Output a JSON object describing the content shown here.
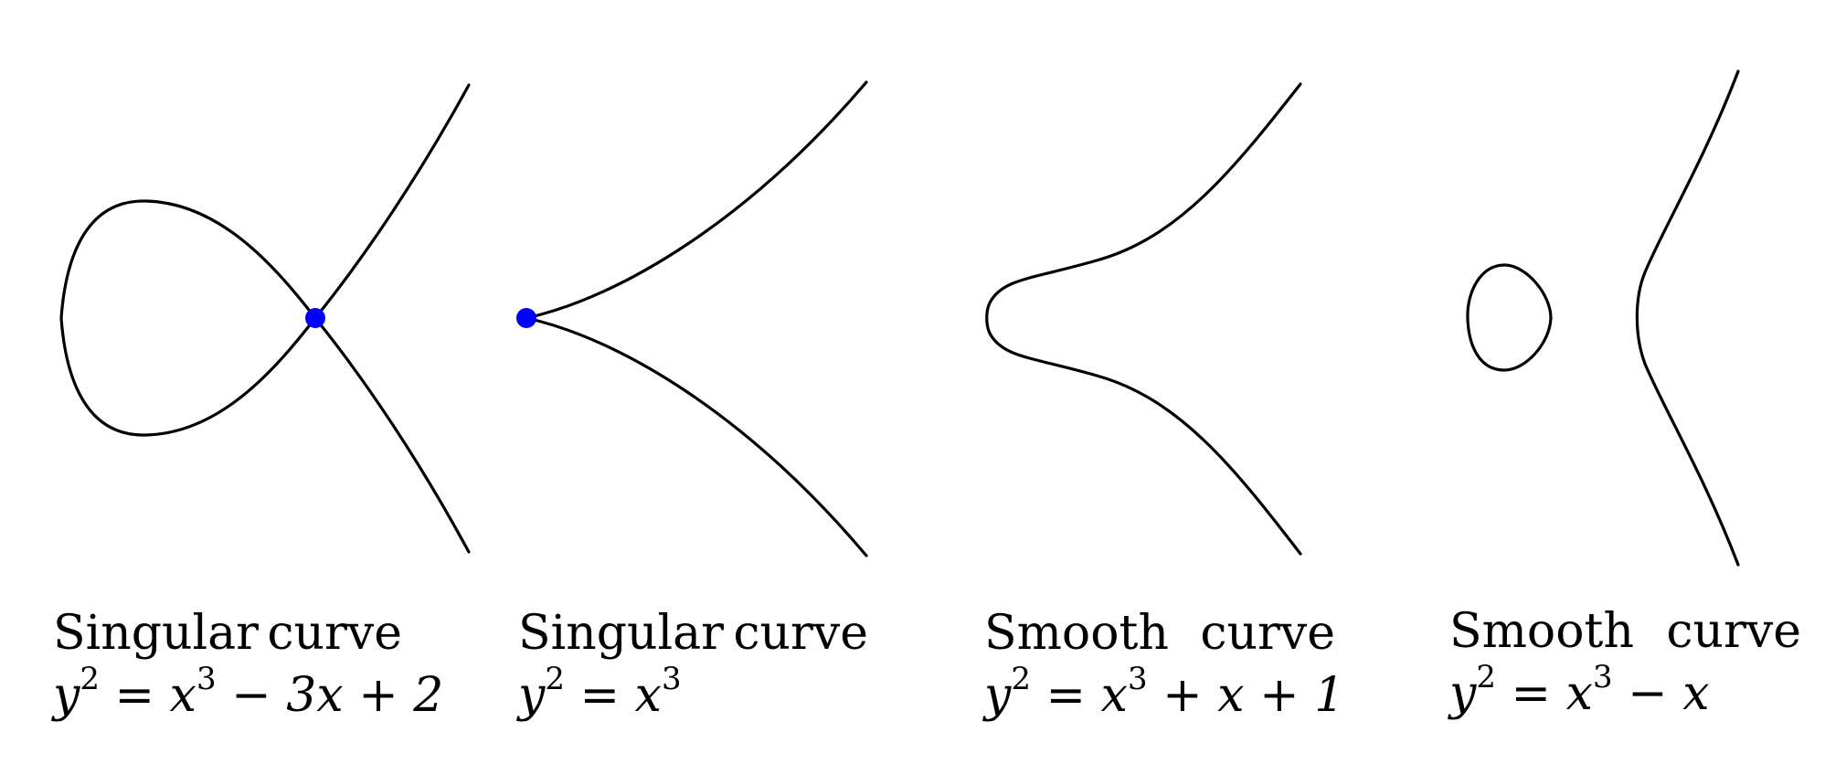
{
  "colors": {
    "curve": "#000000",
    "singular_point": "#0000ff",
    "background": "#ffffff"
  },
  "panels": [
    {
      "title_words": [
        "Singular",
        "curve"
      ],
      "equation": {
        "lhs": "y",
        "lhs_exp": "2",
        "eq": " = ",
        "t1": "x",
        "t1_exp": "3",
        "rest": " − 3x + 2"
      },
      "has_singular_point": true
    },
    {
      "title_words": [
        "Singular",
        "curve"
      ],
      "equation": {
        "lhs": "y",
        "lhs_exp": "2",
        "eq": " = ",
        "t1": "x",
        "t1_exp": "3",
        "rest": ""
      },
      "has_singular_point": true
    },
    {
      "title_words": [
        "Smooth",
        "curve"
      ],
      "equation": {
        "lhs": "y",
        "lhs_exp": "2",
        "eq": " = ",
        "t1": "x",
        "t1_exp": "3",
        "rest": " + x + 1"
      },
      "has_singular_point": false
    },
    {
      "title_words": [
        "Smooth",
        "curve"
      ],
      "equation": {
        "lhs": "y",
        "lhs_exp": "2",
        "eq": " = ",
        "t1": "x",
        "t1_exp": "3",
        "rest": " − x"
      },
      "has_singular_point": false
    }
  ]
}
